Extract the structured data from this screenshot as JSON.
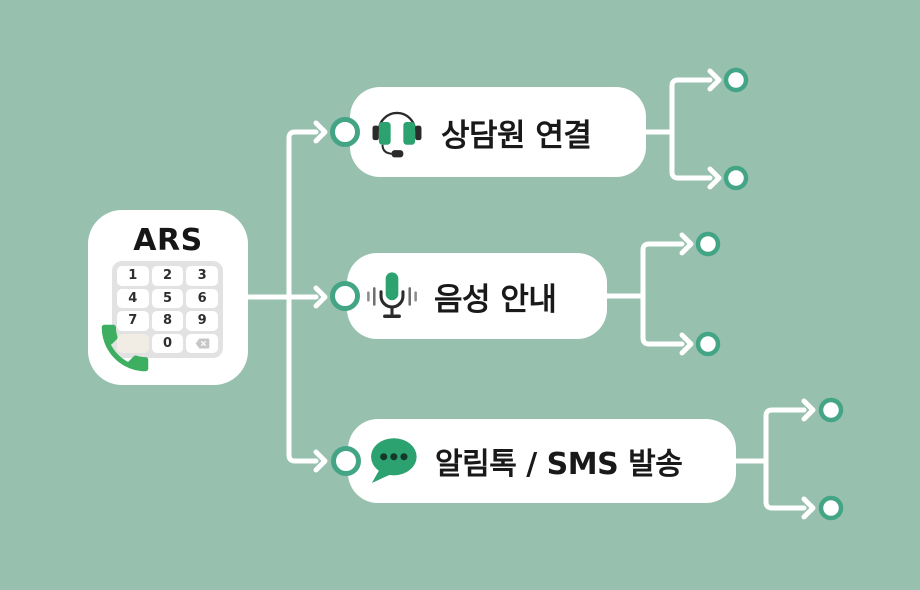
{
  "colors": {
    "background": "#97C0AE",
    "card_white": "#FFFFFF",
    "connector_line": "#FFFFFF",
    "node_ring_green": "#43A585",
    "icon_green": "#2DA271",
    "phone_green": "#3EAF60",
    "text_dark": "#1E1E1E",
    "keypad_bg": "#E2E2E2",
    "blank_key": "#F1EDE5"
  },
  "source": {
    "title": "ARS",
    "phone_icon": "phone-handset-icon",
    "keypad": {
      "digits": [
        "1",
        "2",
        "3",
        "4",
        "5",
        "6",
        "7",
        "8",
        "9"
      ],
      "zero": "0",
      "blank": "",
      "backspace_icon": "backspace-icon"
    }
  },
  "branches": [
    {
      "label": "상담원 연결",
      "icon": "headset-icon",
      "outcomes": 2
    },
    {
      "label": "음성 안내",
      "icon": "microphone-icon",
      "outcomes": 2
    },
    {
      "label": "알림톡 / SMS 발송",
      "icon": "chat-bubble-icon",
      "outcomes": 2
    }
  ]
}
